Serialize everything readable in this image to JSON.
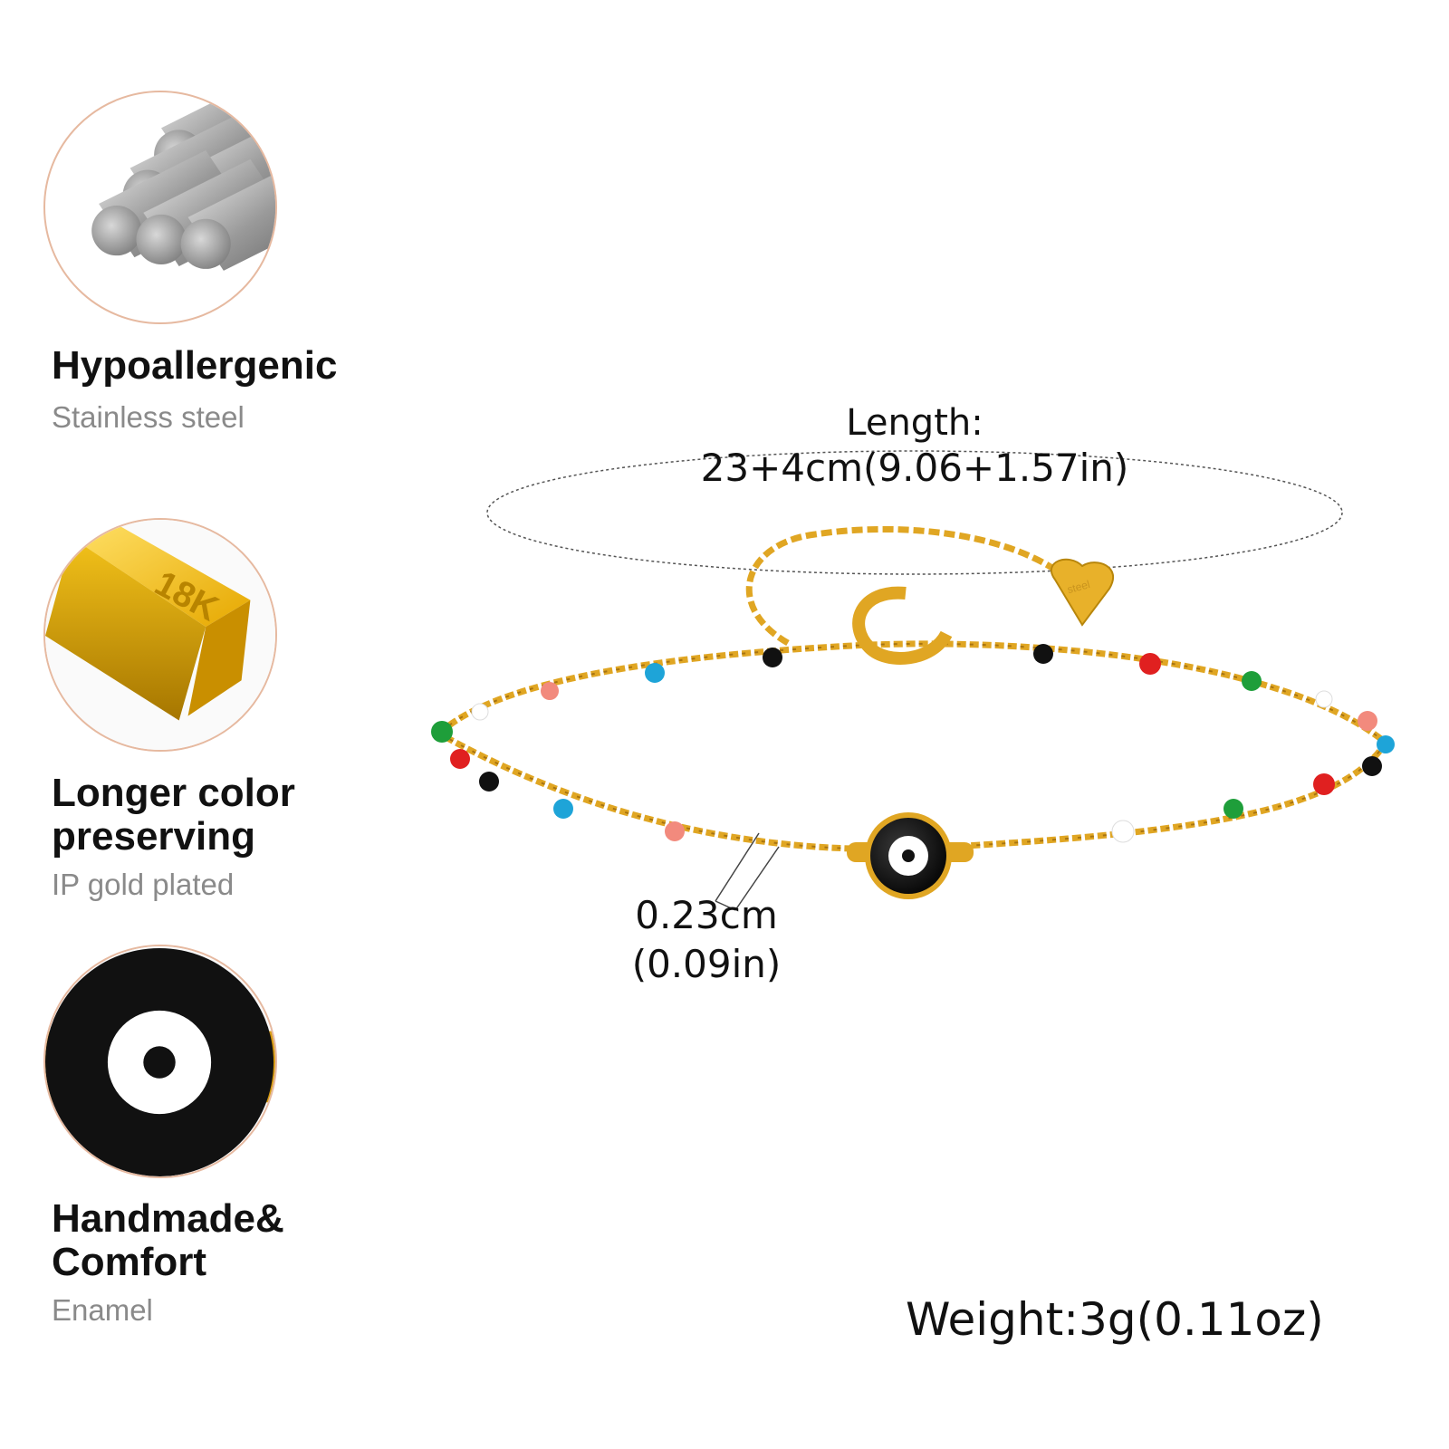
{
  "features": [
    {
      "title": "Hypoallergenic",
      "subtitle": "Stainless steel",
      "icon": "steel-rods-icon"
    },
    {
      "title": "Longer color preserving",
      "subtitle": "IP gold plated",
      "icon": "gold-bar-icon",
      "bar_text": "18K"
    },
    {
      "title": "Handmade& Comfort",
      "subtitle": "Enamel",
      "icon": "evil-eye-charm-icon"
    }
  ],
  "measurements": {
    "length_label": "Length:",
    "length_value": "23+4cm(9.06+1.57in)",
    "width_value": "0.23cm",
    "width_value_in": "(0.09in)",
    "weight": "Weight:3g(0.11oz)",
    "tag_text": "steel"
  },
  "colors": {
    "gold": "#e8b12a",
    "gold_dark": "#b8860b",
    "circle_border": "#e6b9a0",
    "subtitle_gray": "#8a8a8a"
  }
}
